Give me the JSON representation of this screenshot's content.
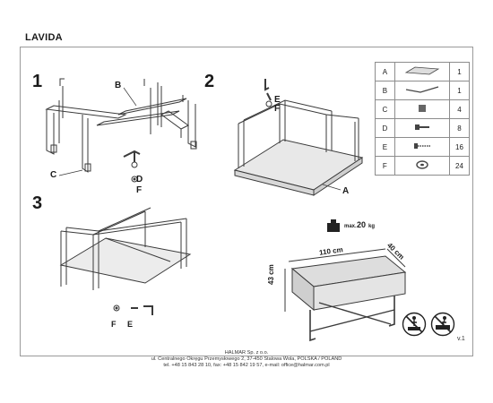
{
  "product_name": "LAVIDA",
  "steps": [
    "1",
    "2",
    "3"
  ],
  "callouts": {
    "step1_b": "B",
    "step1_c": "C",
    "step1_d": "D",
    "step1_f": "F",
    "step2_e": "E",
    "step2_f": "F",
    "step2_a": "A",
    "step3_f": "F",
    "step3_e": "E"
  },
  "parts": [
    {
      "letter": "A",
      "icon": "seat-panel-icon",
      "qty": "1"
    },
    {
      "letter": "B",
      "icon": "frame-bar-icon",
      "qty": "1"
    },
    {
      "letter": "C",
      "icon": "leg-cap-icon",
      "qty": "4"
    },
    {
      "letter": "D",
      "icon": "bolt-icon",
      "qty": "8"
    },
    {
      "letter": "E",
      "icon": "screw-icon",
      "qty": "16"
    },
    {
      "letter": "F",
      "icon": "washer-icon",
      "qty": "24"
    }
  ],
  "max_load": {
    "prefix": "max.",
    "value": "20",
    "unit": "kg"
  },
  "dimensions": {
    "width": "110 cm",
    "depth": "40 cm",
    "height": "43 cm"
  },
  "footer": {
    "company": "HALMAR Sp. z o.o.",
    "address": "ul. Centralnego Okręgu Przemysłowego 2, 37-450 Stalowa Wola, POLSKA / POLAND",
    "contact": "tel. +48 15 843 28 10, fax: +48 15 842 19 57, e-mail: office@halmar.com.pl"
  },
  "version": "v.1",
  "colors": {
    "line": "#3a3a3a",
    "border": "#9a9a9a",
    "seat": "#dcdcdc"
  }
}
